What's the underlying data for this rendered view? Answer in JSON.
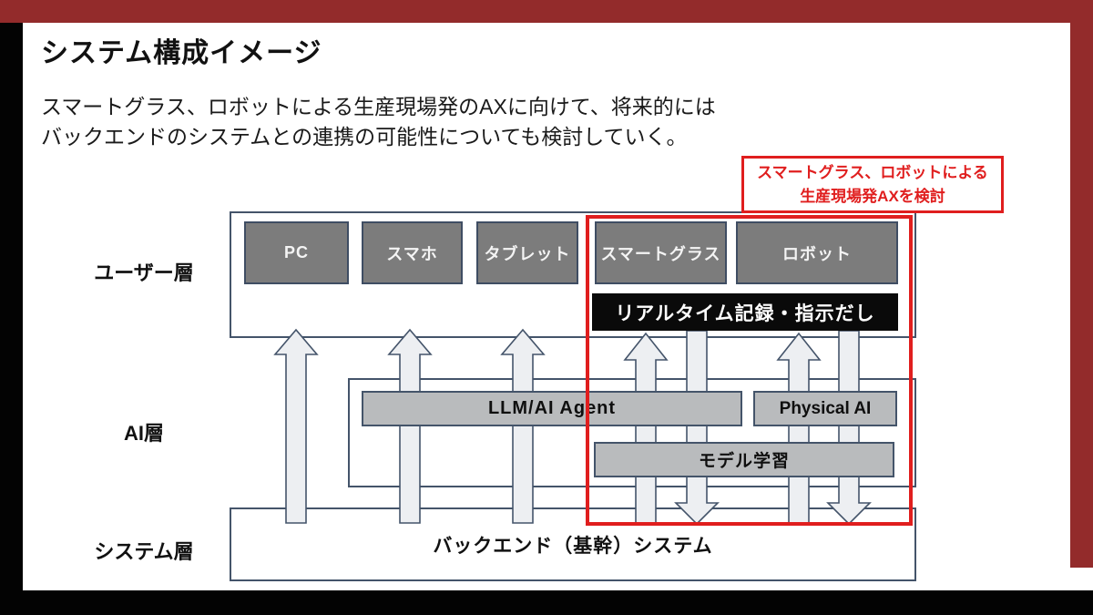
{
  "slide": {
    "title": "システム構成イメージ",
    "body_line1": "スマートグラス、ロボットによる生産現場発のAXに向けて、将来的には",
    "body_line2": "バックエンドのシステムとの連携の可能性についても検討していく。",
    "callout": {
      "line1": "スマートグラス、ロボットによる",
      "line2": "生産現場発AXを検討"
    },
    "layer_labels": {
      "user": "ユーザー層",
      "ai": "AI層",
      "system": "システム層"
    },
    "user_devices": [
      "PC",
      "スマホ",
      "タブレット",
      "スマートグラス",
      "ロボット"
    ],
    "realtime_box": "リアルタイム記録・指示だし",
    "ai_boxes": {
      "llm": "LLM/AI Agent",
      "physical": "Physical AI",
      "model": "モデル学習"
    },
    "system_box": "バックエンド（基幹）システム",
    "arrows": {
      "up_count": 5,
      "down_count": 2
    },
    "colors": {
      "frame_red": "#932b2b",
      "frame_black": "#030303",
      "accent_red": "#e01e1e",
      "device_gray": "#7c7c7c",
      "bar_gray": "#b9bbbd",
      "box_border": "#44546a",
      "realtime_black": "#0a0a0a",
      "arrow_fill": "#edeff2"
    }
  }
}
